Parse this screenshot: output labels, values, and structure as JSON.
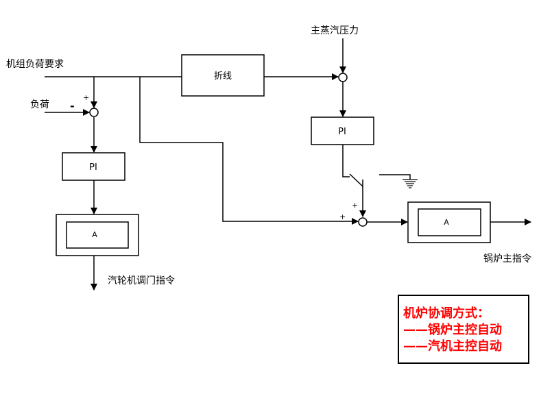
{
  "labels": {
    "unit_load_demand": "机组负荷要求",
    "load": "负荷",
    "main_steam_pressure": "主蒸汽压力",
    "polyline": "折线",
    "pi_left": "PI",
    "pi_right": "PI",
    "a_left": "A",
    "a_right": "A",
    "turbine_valve_cmd": "汽轮机调门指令",
    "boiler_master_cmd": "锅炉主指令"
  },
  "signs": {
    "left_plus": "+",
    "left_minus": "-",
    "right_top_plus": "+",
    "right_left_plus": "+"
  },
  "note": {
    "title": "机炉协调方式：",
    "line1": "——锅炉主控自动",
    "line2": "——汽机主控自动",
    "color": "#ff0000"
  }
}
